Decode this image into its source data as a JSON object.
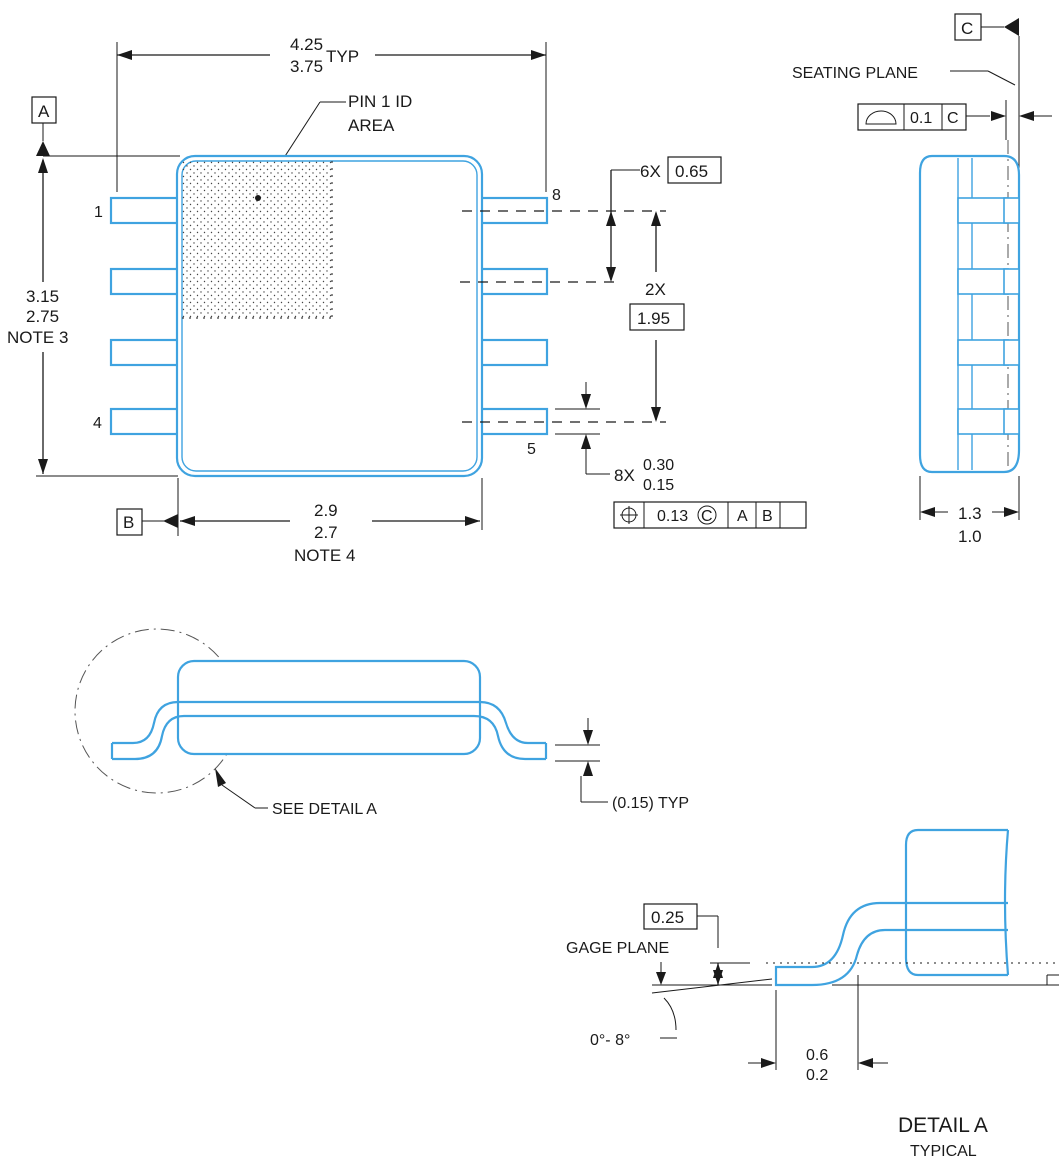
{
  "top_view": {
    "overall_width_max": "4.25",
    "overall_width_min": "3.75",
    "overall_width_suffix": "TYP",
    "pin1_label_line1": "PIN 1 ID",
    "pin1_label_line2": "AREA",
    "body_length_max": "3.15",
    "body_length_min": "2.75",
    "body_length_note": "NOTE 3",
    "body_width_max": "2.9",
    "body_width_min": "2.7",
    "body_width_note": "NOTE 4",
    "pin_labels": {
      "p1": "1",
      "p4": "4",
      "p5": "5",
      "p8": "8"
    },
    "pitch_count": "6X",
    "pitch_value": "0.65",
    "span_count": "2X",
    "span_value": "1.95",
    "lead_count": "8X",
    "lead_width_max": "0.30",
    "lead_width_min": "0.15",
    "datum_a": "A",
    "datum_b": "B",
    "position_fcf": {
      "tolerance": "0.13",
      "modifier": "C",
      "datum1": "A",
      "datum2": "B"
    }
  },
  "side_view": {
    "datum_c": "C",
    "seating_plane": "SEATING PLANE",
    "flatness_value": "0.1",
    "flatness_datum": "C",
    "height_max": "1.3",
    "height_min": "1.0"
  },
  "front_view": {
    "see_detail": "SEE DETAIL A",
    "standoff": "(0.15) TYP"
  },
  "detail_a": {
    "gage_value": "0.25",
    "gage_plane": "GAGE PLANE",
    "angle": "0°- 8°",
    "foot_max": "0.6",
    "foot_min": "0.2",
    "title": "DETAIL A",
    "subtitle": "TYPICAL"
  },
  "colors": {
    "outline": "#3fa3e0",
    "ink": "#1a1a1a"
  }
}
